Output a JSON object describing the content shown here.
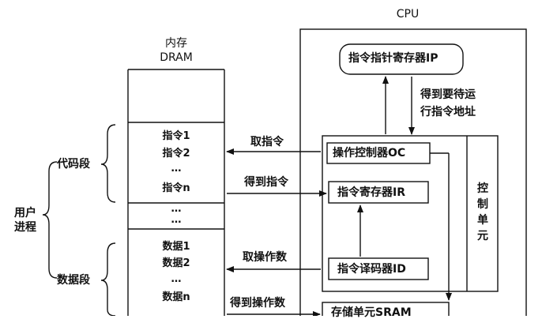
{
  "cpu": {
    "title": "CPU",
    "instruction_pointer": "指令指针寄存器IP",
    "get_next_line1": "得到要待运",
    "get_next_line2": "行指令地址",
    "operation_controller": "操作控制器OC",
    "instruction_register": "指令寄存器IR",
    "instruction_decoder": "指令译码器ID",
    "control_unit": [
      "控",
      "制",
      "单",
      "元"
    ],
    "storage_unit": "存储单元SRAM"
  },
  "memory": {
    "title_line1": "内存",
    "title_line2": "DRAM",
    "code_cells": [
      "指令1",
      "指令2",
      "…",
      "指令n"
    ],
    "gap_cells": [
      "…",
      "…"
    ],
    "data_cells": [
      "数据1",
      "数据2",
      "…",
      "数据n"
    ]
  },
  "process": {
    "label_line1": "用户",
    "label_line2": "进程",
    "code_segment": "代码段",
    "data_segment": "数据段"
  },
  "arrows": {
    "fetch_instruction": "取指令",
    "get_instruction": "得到指令",
    "fetch_operand": "取操作数",
    "get_operand": "得到操作数"
  }
}
